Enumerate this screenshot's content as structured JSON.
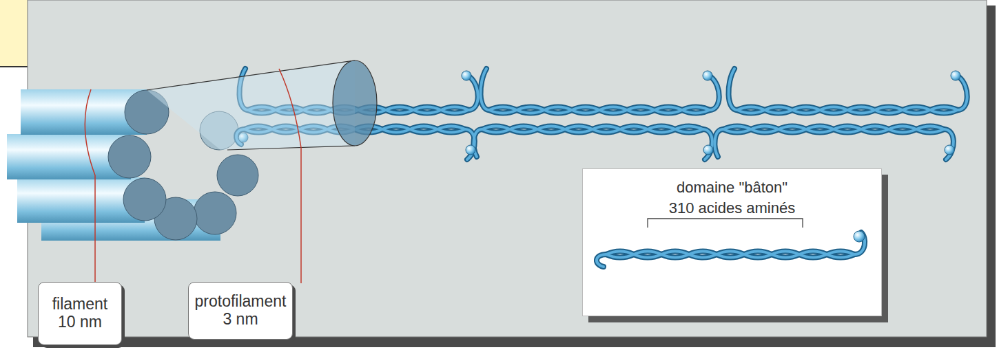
{
  "diagram": {
    "nodes": [
      {
        "text": [
          "domaine \"bâton\"",
          "310 acides aminés"
        ]
      },
      {
        "text": [
          "filament 10 nm"
        ]
      },
      {
        "text": [
          "protofilament 3 nm"
        ]
      }
    ]
  }
}
